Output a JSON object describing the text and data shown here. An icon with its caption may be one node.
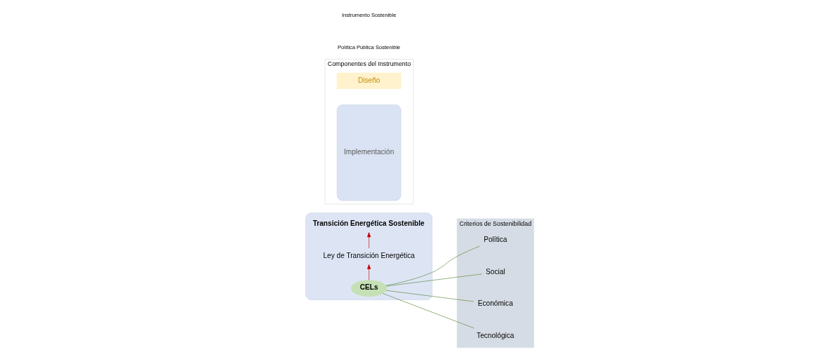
{
  "diagram": {
    "nodes": [
      {
        "text": [],
        "shape": "triangle"
      },
      {
        "text": [
          "Transición Energética Sostenible"
        ],
        "in": 0
      },
      {
        "text": [
          "Ley de Transición Energética"
        ],
        "in": 0
      },
      {
        "text": [
          "CELs"
        ],
        "in": 0
      },
      {
        "text": [
          "Criterios de Sostenibilidad"
        ]
      },
      {
        "text": [
          "Política"
        ],
        "in": 4
      },
      {
        "text": [
          "Social"
        ],
        "in": 4
      },
      {
        "text": [
          "Económica"
        ],
        "in": 4
      },
      {
        "text": [
          "Tecnológica"
        ],
        "in": 4
      },
      {
        "text": [
          "Componentes del Instrumento"
        ]
      },
      {
        "text": [
          "Diseño"
        ],
        "in": 9
      },
      {
        "text": [
          "Implementación"
        ],
        "in": 9
      }
    ],
    "edges": [
      {
        "from": 3,
        "to": 2,
        "arrow": "to",
        "color": "#c00000"
      },
      {
        "from": 2,
        "to": 1,
        "arrow": "to",
        "color": "#c00000"
      },
      {
        "from": 3,
        "to": 5,
        "arrow": "none"
      },
      {
        "from": 3,
        "to": 6,
        "arrow": "none"
      },
      {
        "from": 3,
        "to": 7,
        "arrow": "none"
      },
      {
        "from": 3,
        "to": 8,
        "arrow": "none"
      }
    ],
    "labels": [
      "Política Pública Sostenible",
      "Instrumento Sostenible"
    ]
  }
}
